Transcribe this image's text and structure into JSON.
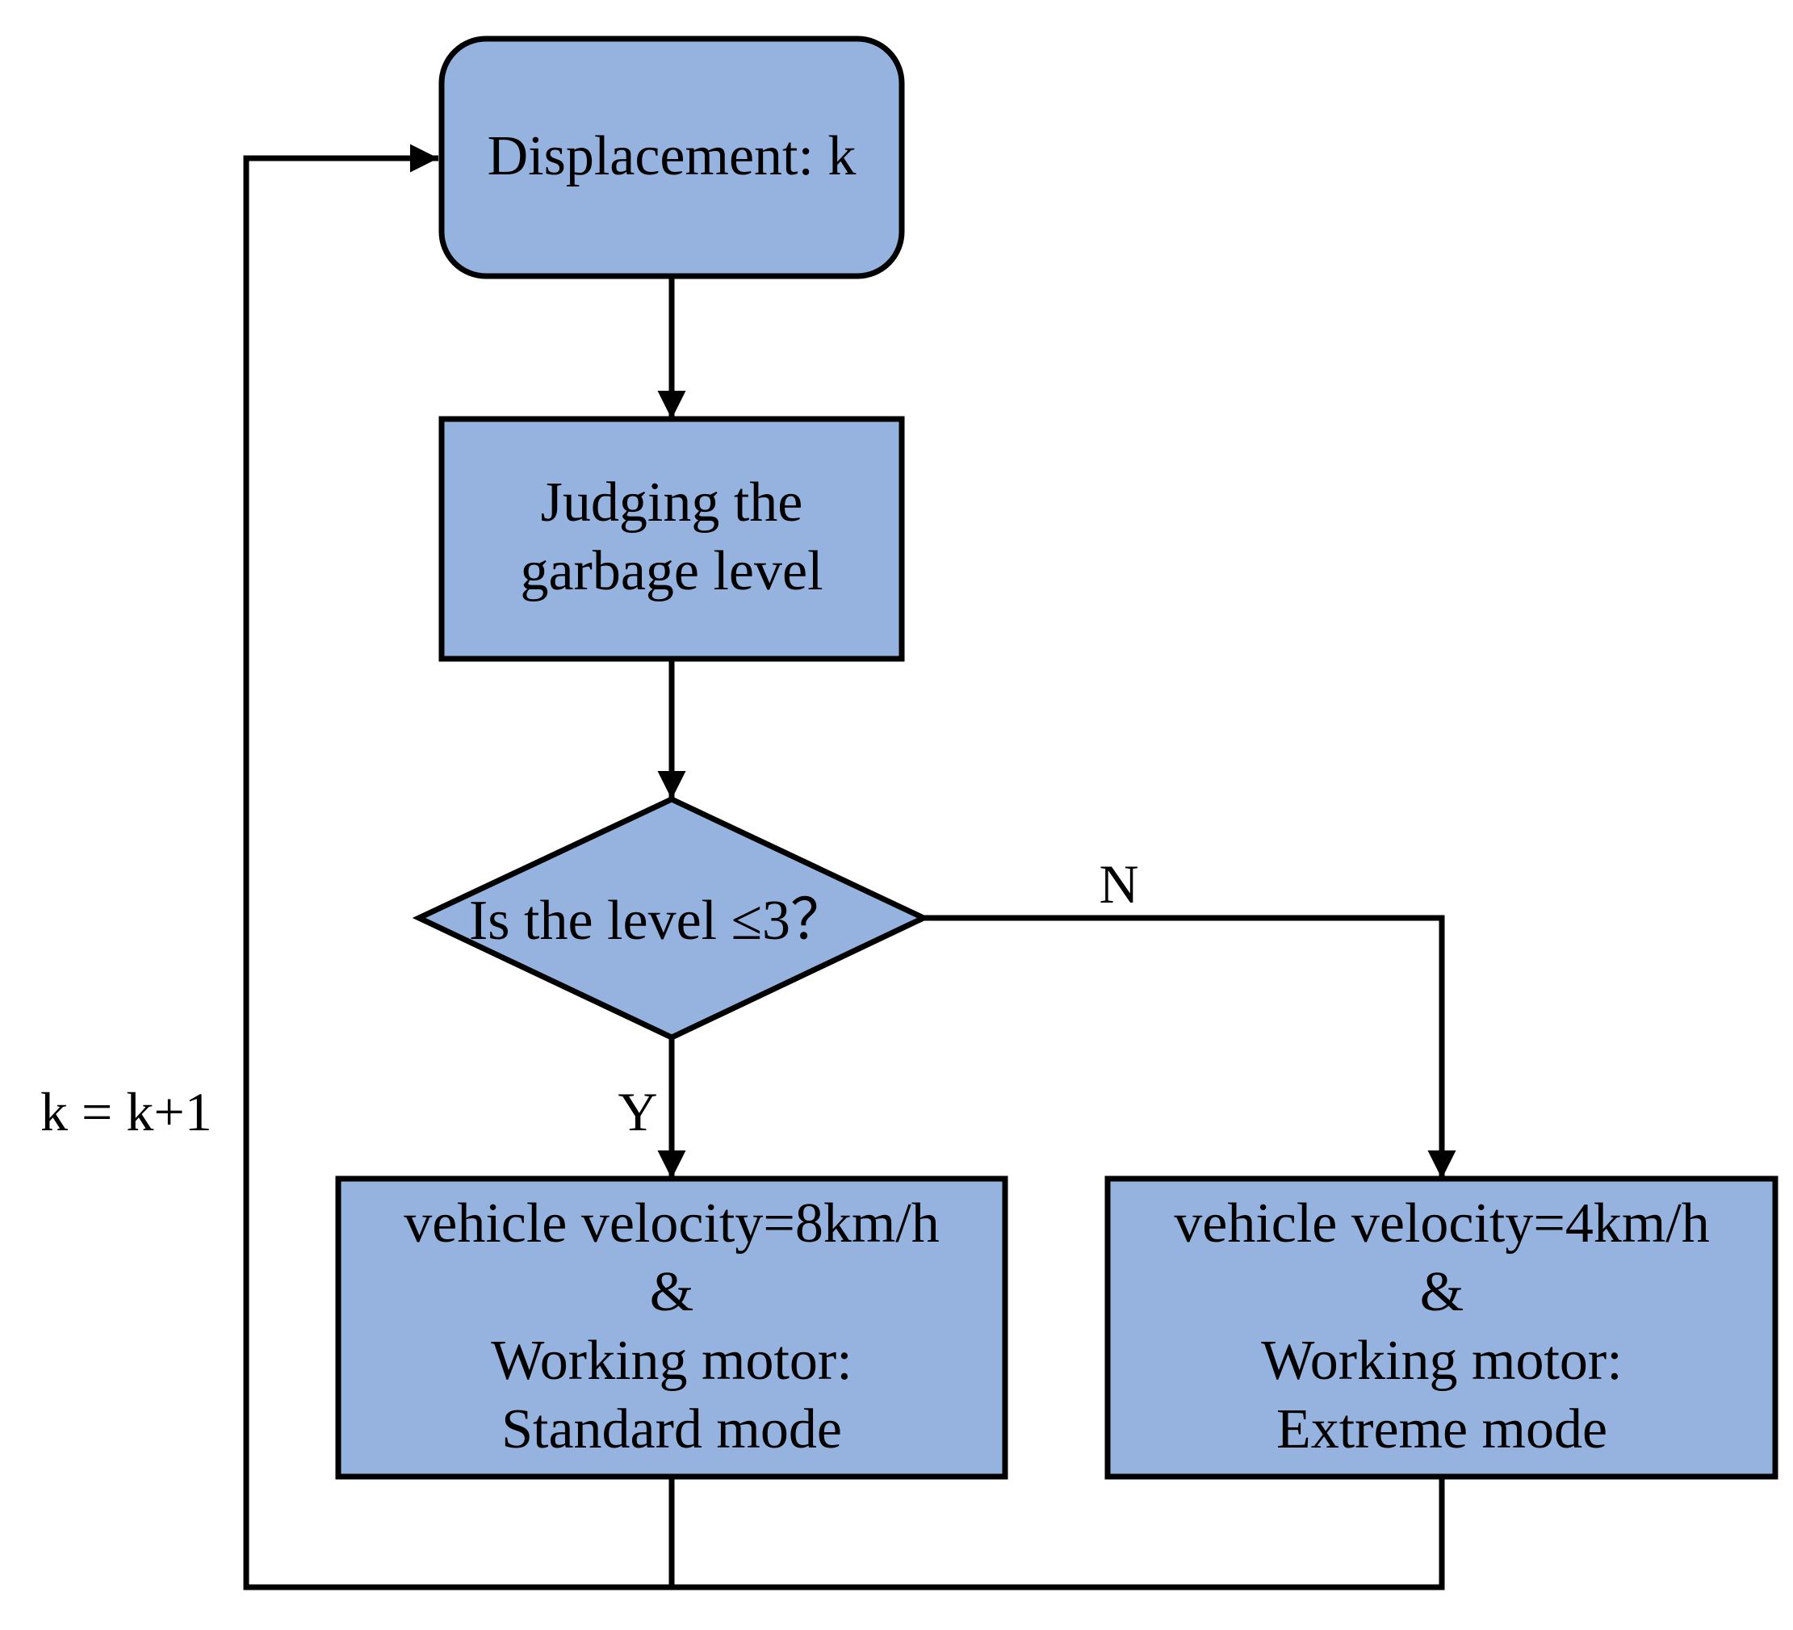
{
  "colors": {
    "node_fill": "#95b3de",
    "stroke": "#000000",
    "background": "#ffffff"
  },
  "nodes": {
    "start": {
      "label": "Displacement: k"
    },
    "judge": {
      "line1": "Judging the",
      "line2": "garbage level"
    },
    "decision": {
      "label": "Is the level ≤3？"
    },
    "standard": {
      "line1": "vehicle velocity=8km/h",
      "line2": "&",
      "line3": "Working motor:",
      "line4": "Standard mode"
    },
    "extreme": {
      "line1": "vehicle velocity=4km/h",
      "line2": "&",
      "line3": "Working motor:",
      "line4": "Extreme mode"
    }
  },
  "edges": {
    "yes_label": "Y",
    "no_label": "N",
    "loop_label": "k = k+1"
  }
}
